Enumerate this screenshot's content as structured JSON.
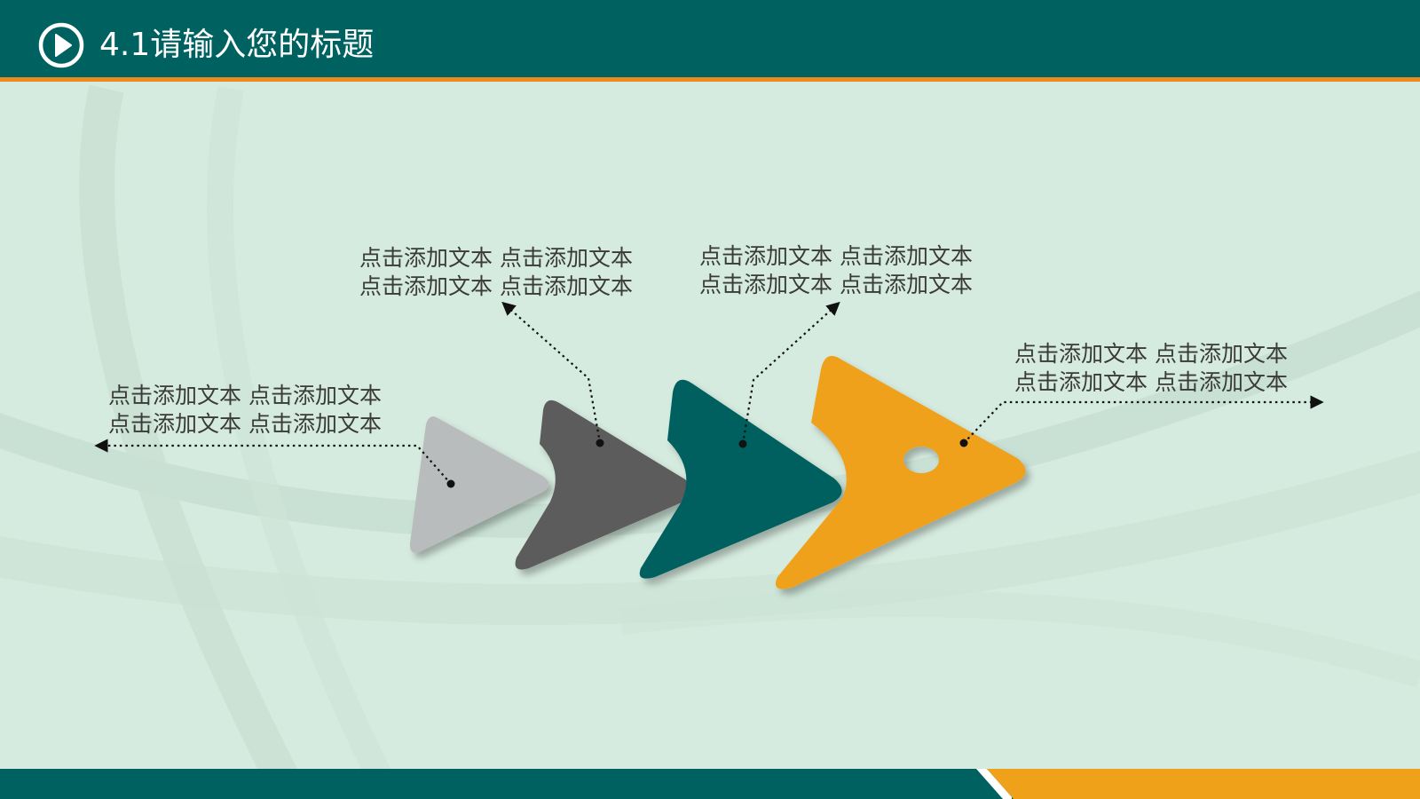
{
  "header": {
    "title": "4.1请输入您的标题",
    "icon": "play-circle-icon"
  },
  "colors": {
    "background": "#d6ebdf",
    "header": "#006161",
    "accent": "#e98b1e",
    "step1": "#b9bcbd",
    "step2": "#5c5b5c",
    "step3": "#006161",
    "step4": "#f0a11a"
  },
  "diagram": {
    "callouts": [
      {
        "line1": "点击添加文本  点击添加文本",
        "line2": "点击添加文本  点击添加文本"
      },
      {
        "line1": "点击添加文本  点击添加文本",
        "line2": "点击添加文本  点击添加文本"
      },
      {
        "line1": "点击添加文本  点击添加文本",
        "line2": "点击添加文本  点击添加文本"
      },
      {
        "line1": "点击添加文本  点击添加文本",
        "line2": "点击添加文本  点击添加文本"
      }
    ]
  }
}
